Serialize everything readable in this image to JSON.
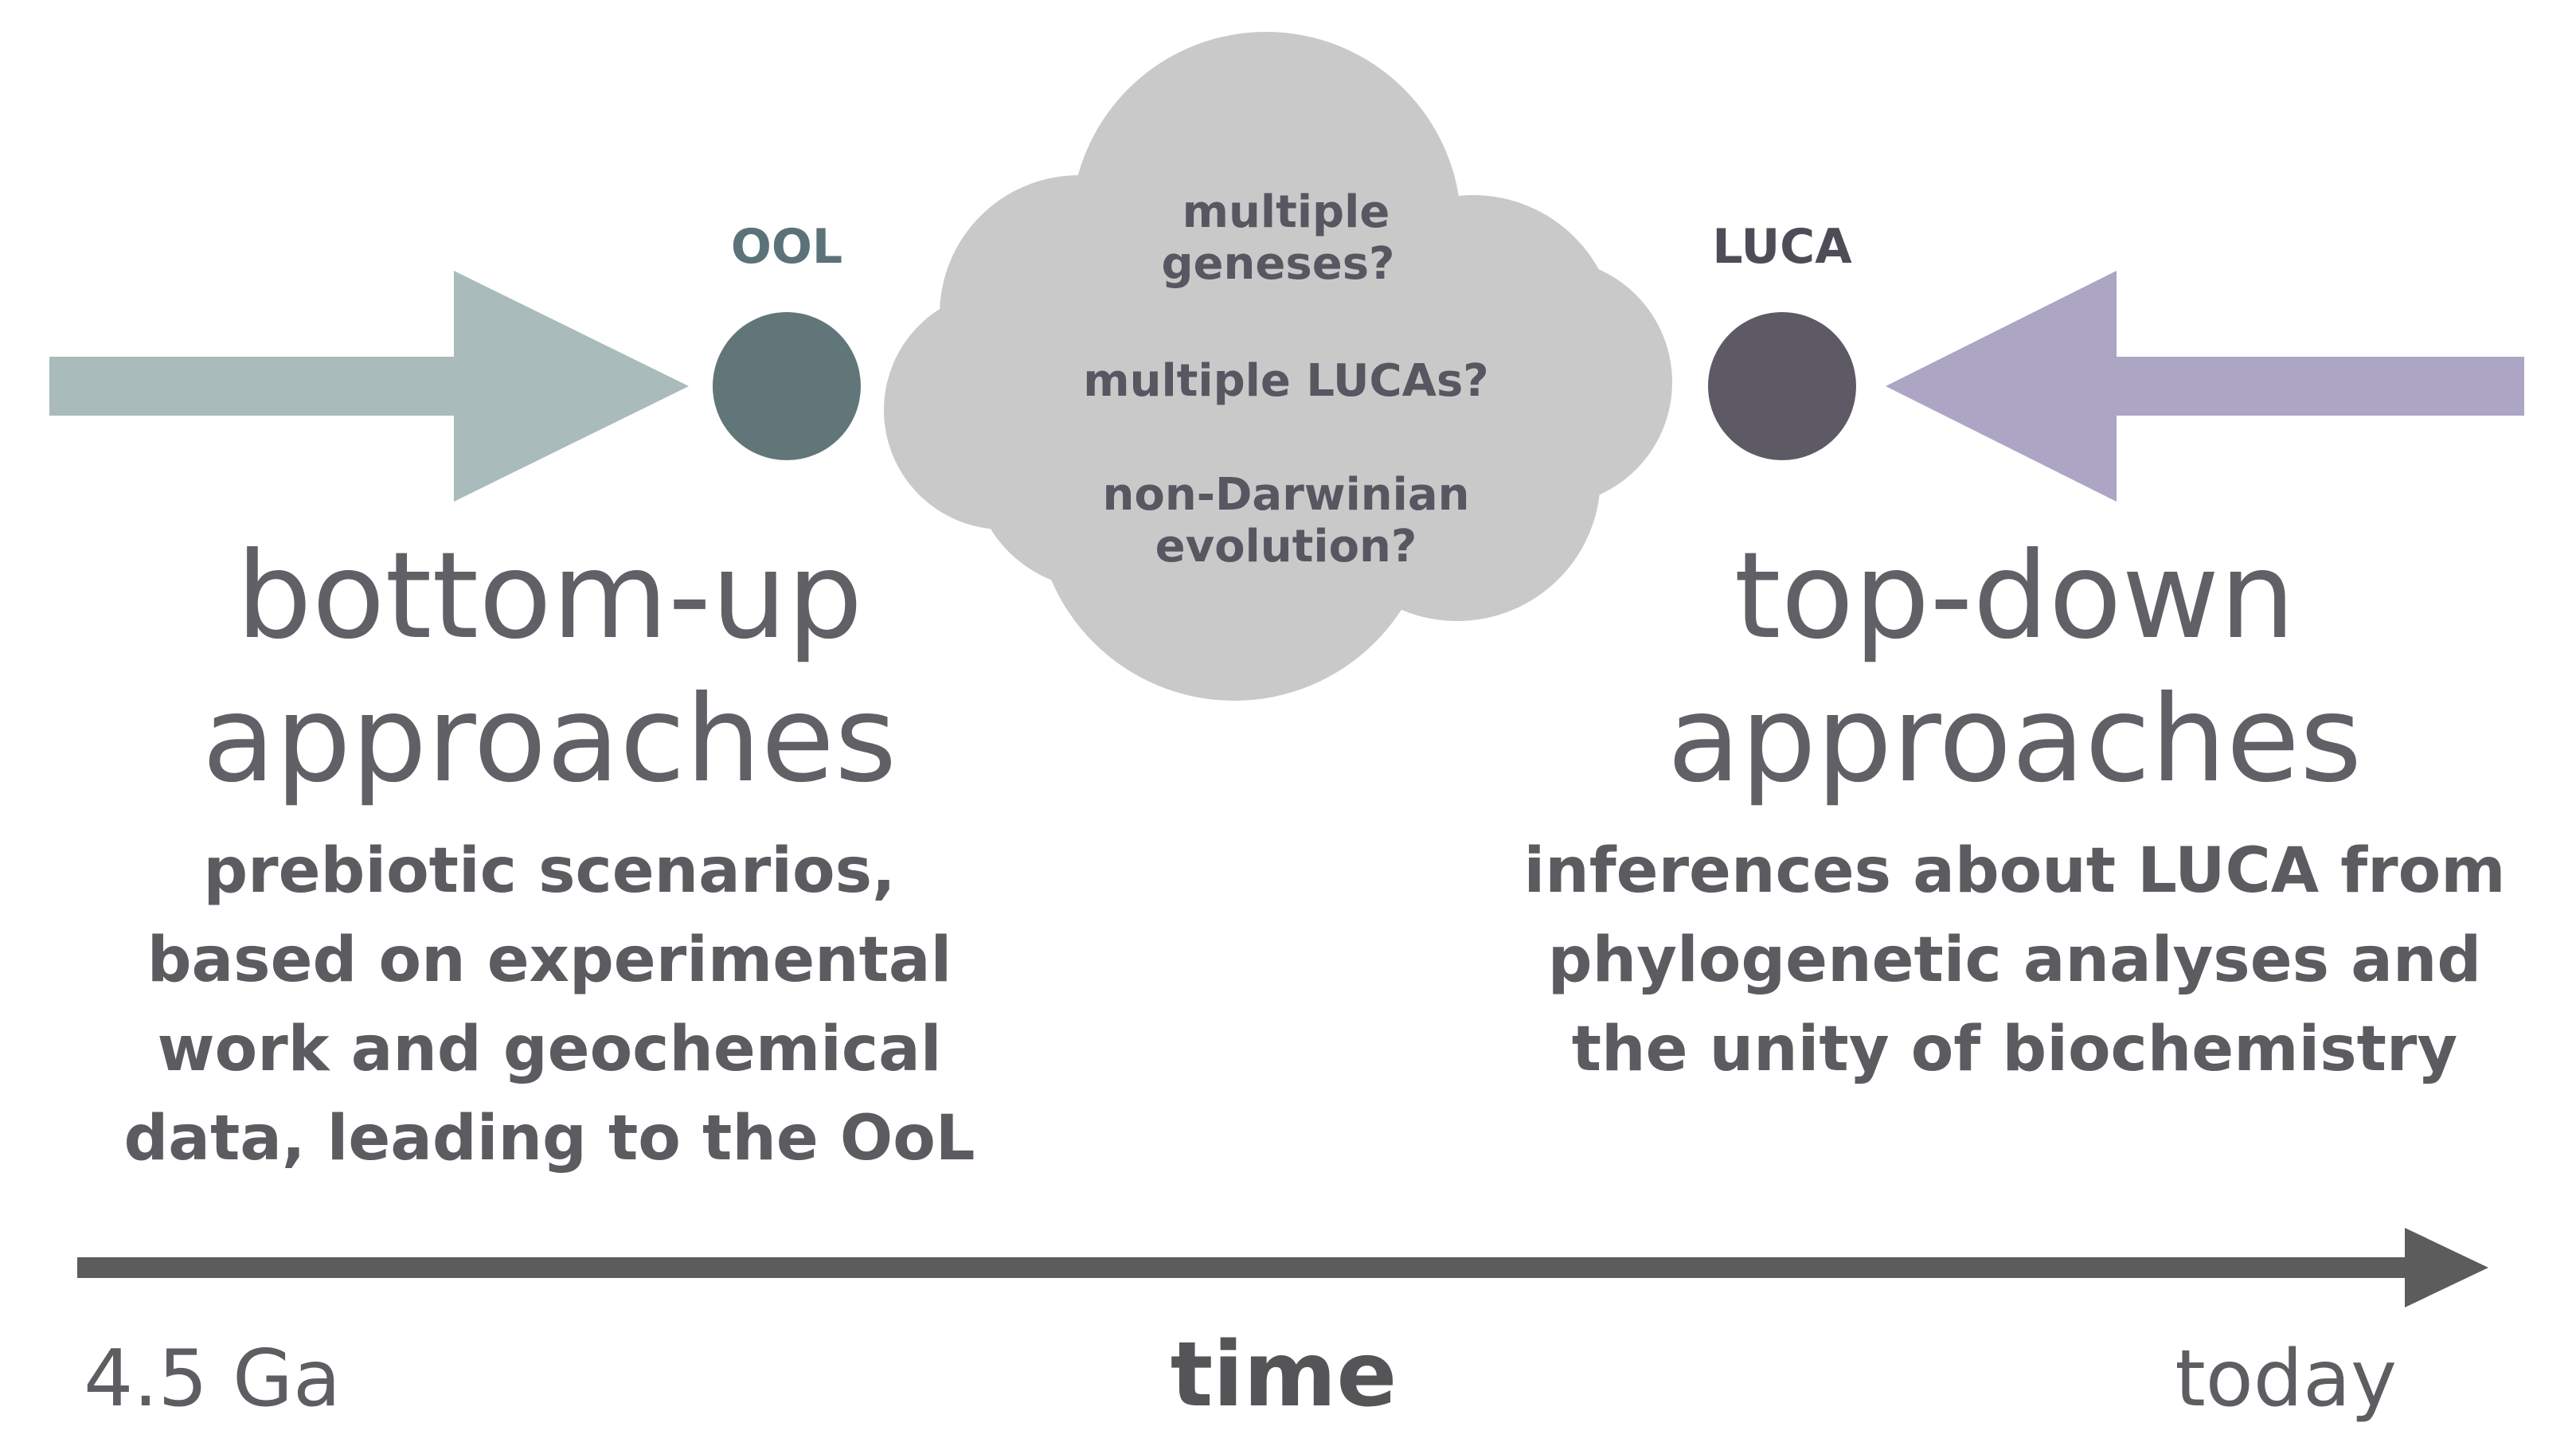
{
  "colors": {
    "left_arrow": "#a9bbba",
    "ool_node": "#617679",
    "ool_label": "#5b7378",
    "cloud": "#c9c9c9",
    "luca_node": "#5d5a65",
    "luca_label": "#4f4c58",
    "right_arrow": "#aca6c4",
    "time_axis": "#5c5c5c"
  },
  "nodes": {
    "ool": "OOL",
    "luca": "LUCA"
  },
  "cloud": {
    "line1": "multiple",
    "line2": "geneses?",
    "line3": "multiple LUCAs?",
    "line4": "non-Darwinian",
    "line5": "evolution?"
  },
  "bottom_up": {
    "title_line1": "bottom-up",
    "title_line2": "approaches",
    "desc_line1": "prebiotic scenarios,",
    "desc_line2": "based on experimental",
    "desc_line3": "work and geochemical",
    "desc_line4": "data, leading to the OoL"
  },
  "top_down": {
    "title_line1": "top-down",
    "title_line2": "approaches",
    "desc_line1": "inferences about LUCA from",
    "desc_line2": "phylogenetic analyses and",
    "desc_line3": "the unity of biochemistry"
  },
  "time_axis": {
    "start": "4.5 Ga",
    "label": "time",
    "end": "today"
  }
}
